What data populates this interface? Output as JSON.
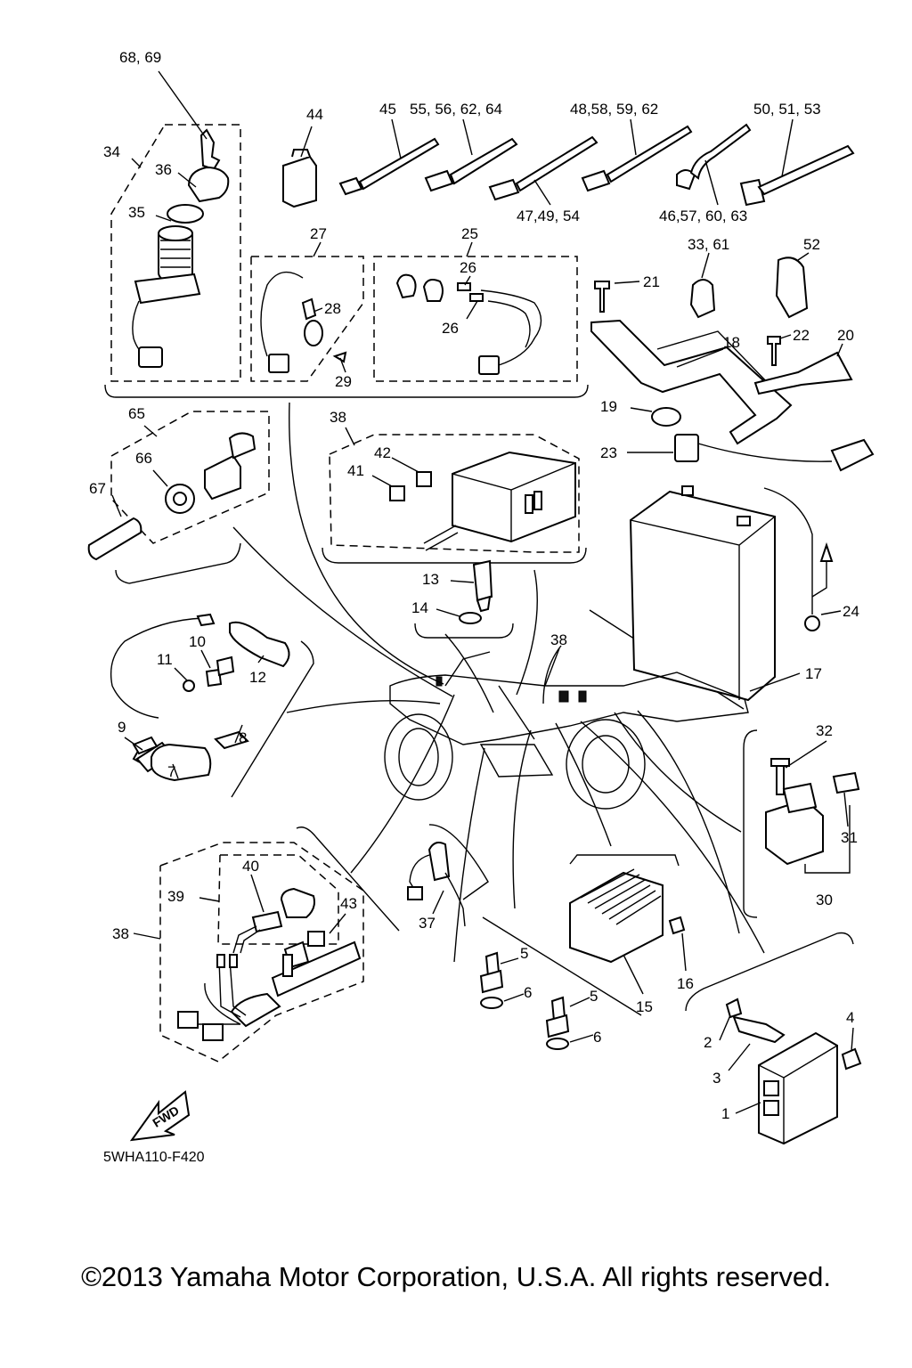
{
  "diagram": {
    "code": "5WHA110-F420",
    "fwd": "FWD",
    "callouts": [
      {
        "id": "c1",
        "text": "68, 69"
      },
      {
        "id": "c2",
        "text": "34"
      },
      {
        "id": "c3",
        "text": "36"
      },
      {
        "id": "c4",
        "text": "35"
      },
      {
        "id": "c5",
        "text": "44"
      },
      {
        "id": "c6",
        "text": "45"
      },
      {
        "id": "c7",
        "text": "55, 56, 62, 64"
      },
      {
        "id": "c8",
        "text": "48,58, 59, 62"
      },
      {
        "id": "c9",
        "text": "50, 51, 53"
      },
      {
        "id": "c10",
        "text": "47,49, 54"
      },
      {
        "id": "c11",
        "text": "46,57, 60, 63"
      },
      {
        "id": "c12",
        "text": "27"
      },
      {
        "id": "c13",
        "text": "25"
      },
      {
        "id": "c14",
        "text": "26"
      },
      {
        "id": "c15",
        "text": "26"
      },
      {
        "id": "c16",
        "text": "28"
      },
      {
        "id": "c17",
        "text": "29"
      },
      {
        "id": "c18",
        "text": "33, 61"
      },
      {
        "id": "c19",
        "text": "52"
      },
      {
        "id": "c20",
        "text": "21"
      },
      {
        "id": "c21",
        "text": "18"
      },
      {
        "id": "c22",
        "text": "22"
      },
      {
        "id": "c23",
        "text": "20"
      },
      {
        "id": "c24",
        "text": "19"
      },
      {
        "id": "c25",
        "text": "65"
      },
      {
        "id": "c26",
        "text": "66"
      },
      {
        "id": "c27",
        "text": "67"
      },
      {
        "id": "c28",
        "text": "38"
      },
      {
        "id": "c29",
        "text": "42"
      },
      {
        "id": "c30",
        "text": "41"
      },
      {
        "id": "c31",
        "text": "23"
      },
      {
        "id": "c32",
        "text": "13"
      },
      {
        "id": "c33",
        "text": "14"
      },
      {
        "id": "c34",
        "text": "24"
      },
      {
        "id": "c35",
        "text": "38"
      },
      {
        "id": "c36",
        "text": "17"
      },
      {
        "id": "c37",
        "text": "10"
      },
      {
        "id": "c38",
        "text": "11"
      },
      {
        "id": "c39",
        "text": "12"
      },
      {
        "id": "c40",
        "text": "9"
      },
      {
        "id": "c41",
        "text": "8"
      },
      {
        "id": "c42",
        "text": "7"
      },
      {
        "id": "c43",
        "text": "32"
      },
      {
        "id": "c44",
        "text": "31"
      },
      {
        "id": "c45",
        "text": "30"
      },
      {
        "id": "c46",
        "text": "40"
      },
      {
        "id": "c47",
        "text": "39"
      },
      {
        "id": "c48",
        "text": "43"
      },
      {
        "id": "c49",
        "text": "38"
      },
      {
        "id": "c50",
        "text": "37"
      },
      {
        "id": "c51",
        "text": "5"
      },
      {
        "id": "c52",
        "text": "6"
      },
      {
        "id": "c53",
        "text": "5"
      },
      {
        "id": "c54",
        "text": "6"
      },
      {
        "id": "c55",
        "text": "15"
      },
      {
        "id": "c56",
        "text": "16"
      },
      {
        "id": "c57",
        "text": "4"
      },
      {
        "id": "c58",
        "text": "2"
      },
      {
        "id": "c59",
        "text": "3"
      },
      {
        "id": "c60",
        "text": "1"
      }
    ]
  },
  "footer": {
    "copyright": "©2013 Yamaha Motor Corporation, U.S.A. All rights reserved."
  }
}
